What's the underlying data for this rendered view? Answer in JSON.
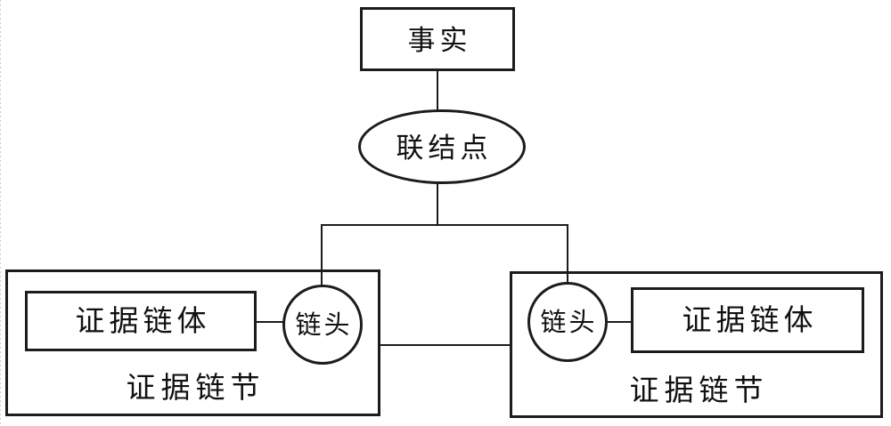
{
  "diagram": {
    "title": "evidence-chain-structure-figure",
    "nodes": {
      "fact": {
        "label": "事实",
        "shape": "rect"
      },
      "junction": {
        "label": "联结点",
        "shape": "ellipse"
      },
      "left_unit": {
        "caption": "证据链节",
        "body": {
          "label": "证据链体",
          "shape": "rect"
        },
        "head": {
          "label": "链头",
          "shape": "circle"
        }
      },
      "right_unit": {
        "caption": "证据链节",
        "body": {
          "label": "证据链体",
          "shape": "rect"
        },
        "head": {
          "label": "链头",
          "shape": "circle"
        }
      }
    },
    "edges": [
      {
        "from": "fact",
        "to": "junction"
      },
      {
        "from": "junction",
        "to": "left_unit.head"
      },
      {
        "from": "junction",
        "to": "right_unit.head"
      },
      {
        "from": "left_unit.body",
        "to": "left_unit.head"
      },
      {
        "from": "right_unit.head",
        "to": "right_unit.body"
      },
      {
        "from": "left_unit",
        "to": "right_unit"
      }
    ],
    "colors": {
      "line": "#1c1c1c",
      "background": "#ffffff",
      "text": "#111111"
    }
  }
}
